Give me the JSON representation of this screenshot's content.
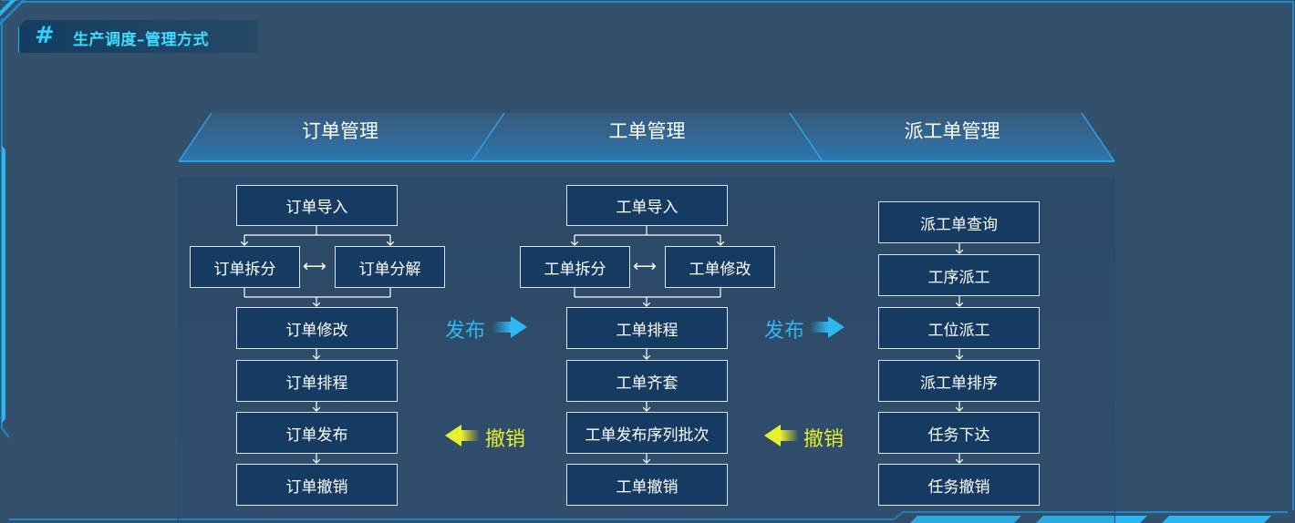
{
  "header": {
    "title": "生产调度–管理方式",
    "icon": "hash-icon"
  },
  "phases": [
    "订单管理",
    "工单管理",
    "派工单管理"
  ],
  "columns": {
    "order": {
      "import": "订单导入",
      "split": "订单拆分",
      "decompose": "订单分解",
      "steps": [
        "订单修改",
        "订单排程",
        "订单发布",
        "订单撤销"
      ]
    },
    "work": {
      "import": "工单导入",
      "split": "工单拆分",
      "modify": "工单修改",
      "steps": [
        "工单排程",
        "工单齐套",
        "工单发布序列批次",
        "工单撤销"
      ]
    },
    "dispatch": {
      "steps": [
        "派工单查询",
        "工序派工",
        "工位派工",
        "派工单排序",
        "任务下达",
        "任务撤销"
      ]
    }
  },
  "transitions": {
    "publish": "发布",
    "revoke": "撤销",
    "bidirectional_arrow": "⟷"
  },
  "colors": {
    "publish": "#2fb8f0",
    "revoke": "#e7f02c",
    "accent": "#29d3ff"
  }
}
